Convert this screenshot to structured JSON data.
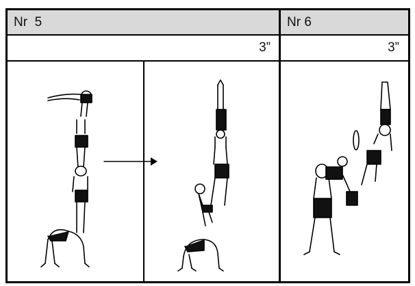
{
  "elements": [
    {
      "number": "Nr  5",
      "duration": "3”"
    },
    {
      "number": "Nr 6",
      "duration": "3”"
    }
  ]
}
